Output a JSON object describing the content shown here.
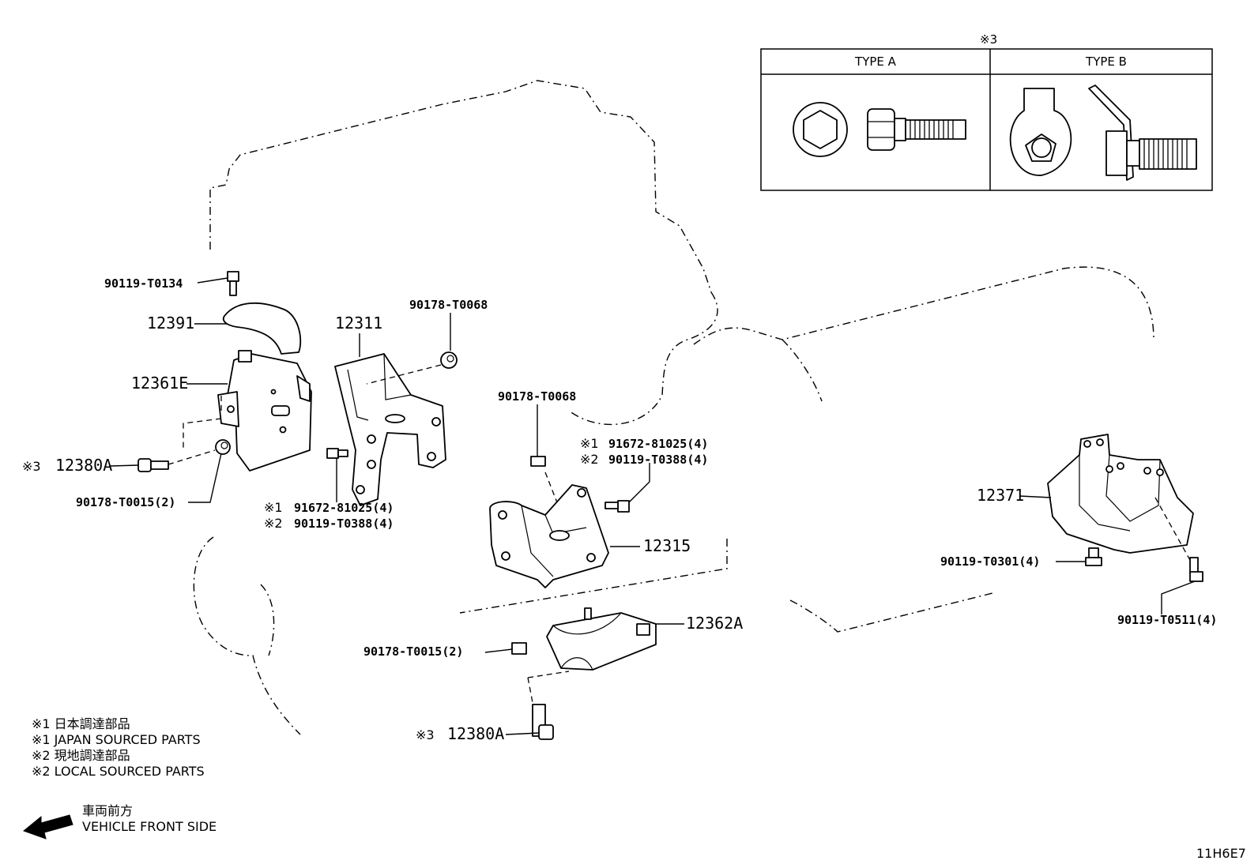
{
  "legend": {
    "note_marker": "※3",
    "type_a": "TYPE A",
    "type_b": "TYPE B"
  },
  "labels": {
    "p90119_T0134": "90119-T0134",
    "p12391": "12391",
    "p12361E": "12361E",
    "p12380A_left_mark": "※3",
    "p12380A_left": "12380A",
    "p90178_T0015_left": "90178-T0015(2)",
    "p12311": "12311",
    "p90178_T0068_top": "90178-T0068",
    "p91672_left_mark": "※1",
    "p91672_left": "91672-81025(4)",
    "p90119_T0388_left_mark": "※2",
    "p90119_T0388_left": "90119-T0388(4)",
    "p90178_T0068_mid": "90178-T0068",
    "p91672_right_mark": "※1",
    "p91672_right": "91672-81025(4)",
    "p90119_T0388_right_mark": "※2",
    "p90119_T0388_right": "90119-T0388(4)",
    "p12315": "12315",
    "p12362A": "12362A",
    "p90178_T0015_mid": "90178-T0015(2)",
    "p12380A_bottom_mark": "※3",
    "p12380A_bottom": "12380A",
    "p12371": "12371",
    "p90119_T0301": "90119-T0301(4)",
    "p90119_T0511": "90119-T0511(4)"
  },
  "notes": [
    "※1  日本調達部品",
    "※1  JAPAN SOURCED PARTS",
    "※2  現地調達部品",
    "※2  LOCAL SOURCED PARTS"
  ],
  "front": {
    "jp": "車両前方",
    "en": "VEHICLE FRONT SIDE"
  },
  "code": "11H6E7"
}
